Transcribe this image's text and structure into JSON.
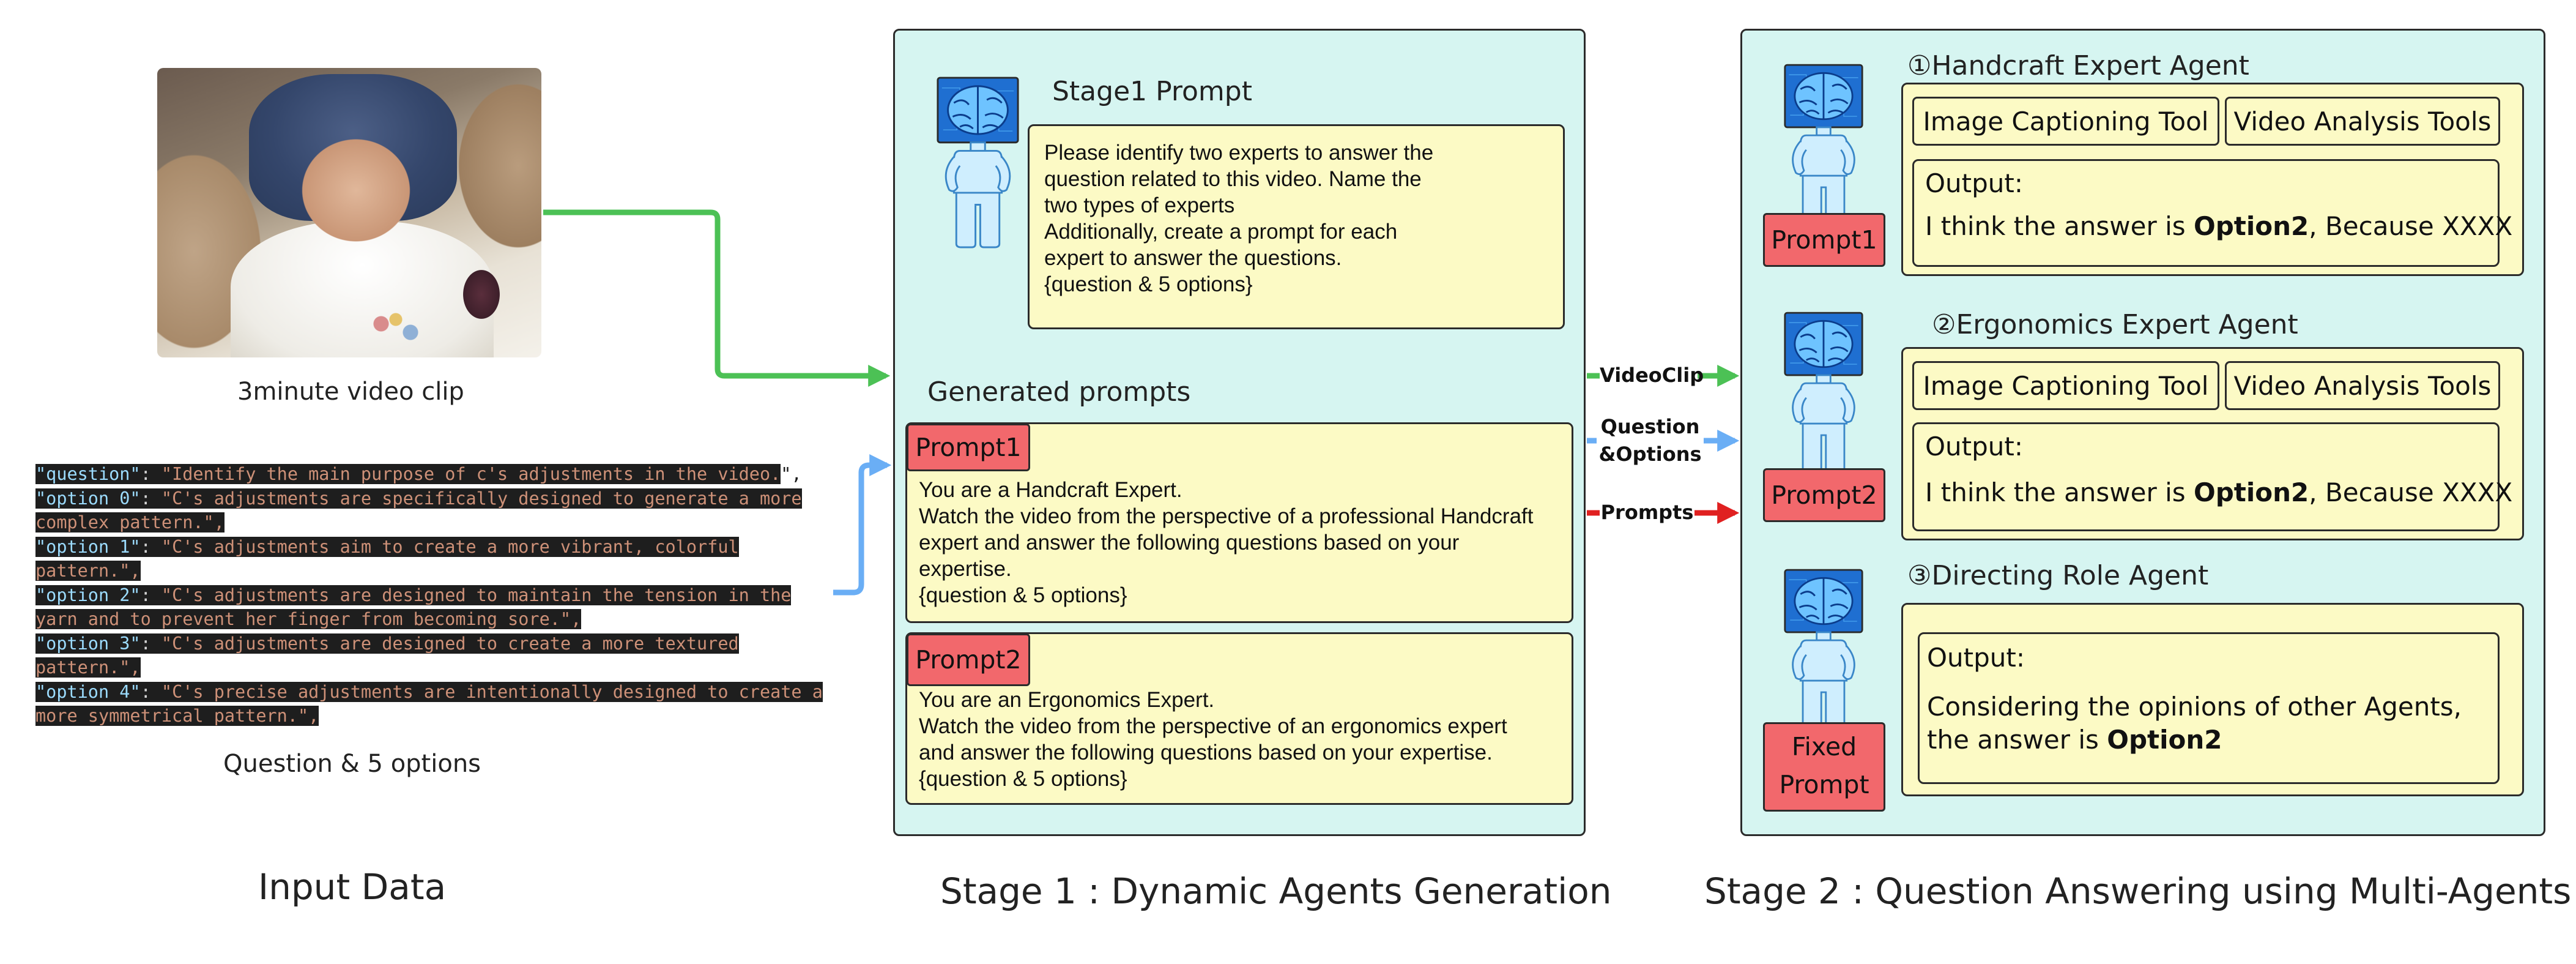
{
  "colors": {
    "panel_bg": "#d6f5f1",
    "box_bg": "#fcfac5",
    "prompt_tag": "#f2686c",
    "arrow_green": "#4cc155",
    "arrow_blue": "#6aaef5",
    "arrow_red": "#e02020",
    "brain_blue": "#1f6fd1",
    "body_blue": "#cfeefe"
  },
  "input": {
    "video_caption": "3minute video clip",
    "options_caption": "Question & 5 options",
    "section_title": "Input Data",
    "code_lines": [
      {
        "key": "\"question\"",
        "sep": ": ",
        "str": "\"Identify the main purpose of c's adjustments in the video.",
        "tail": "\","
      },
      {
        "key": "\"option 0\"",
        "sep": ": ",
        "str": "\"C's adjustments are specifically designed to generate a more",
        "tail": ""
      },
      {
        "key": "",
        "sep": "",
        "str": "complex pattern.\",",
        "tail": ""
      },
      {
        "key": "\"option 1\"",
        "sep": ": ",
        "str": "\"C's adjustments aim to create a more vibrant, colorful",
        "tail": ""
      },
      {
        "key": "",
        "sep": "",
        "str": "pattern.\",",
        "tail": ""
      },
      {
        "key": "\"option 2\"",
        "sep": ": ",
        "str": "\"C's adjustments are designed to maintain the tension in the",
        "tail": ""
      },
      {
        "key": "",
        "sep": "",
        "str": "yarn and to prevent her finger from becoming sore.\",",
        "tail": ""
      },
      {
        "key": "\"option 3\"",
        "sep": ": ",
        "str": "\"C's adjustments are designed to create a more textured",
        "tail": ""
      },
      {
        "key": "",
        "sep": "",
        "str": "pattern.\",",
        "tail": ""
      },
      {
        "key": "\"option 4\"",
        "sep": ": ",
        "str": "\"C's precise adjustments are intentionally designed to create a",
        "tail": ""
      },
      {
        "key": "",
        "sep": "",
        "str": "more symmetrical pattern.\",",
        "tail": ""
      }
    ]
  },
  "stage1": {
    "section_title": "Stage 1 : Dynamic Agents Generation",
    "prompt_title": "Stage1 Prompt",
    "stage1_prompt_text": "Please identify two experts to answer the\nquestion related to this video. Name the\ntwo types of experts\nAdditionally, create a prompt for each\nexpert to answer the questions.\n{question & 5 options}",
    "generated_title": "Generated prompts",
    "prompt1_tag": "Prompt1",
    "prompt1_text": "You are a Handcraft Expert.\nWatch the video from the perspective of a professional Handcraft\nexpert and answer the following questions based on your\nexpertise.\n{question & 5 options}",
    "prompt2_tag": "Prompt2",
    "prompt2_text": "You are an Ergonomics Expert.\nWatch the video from the perspective of an ergonomics expert\nand answer the following questions based on your expertise.\n{question & 5 options}"
  },
  "connectors": {
    "video_clip": "VideoClip",
    "question_options": "Question\n&Options",
    "prompts": "Prompts"
  },
  "stage2": {
    "section_title": "Stage 2 : Question Answering using Multi-Agents",
    "agent1_title": "①Handcraft Expert Agent",
    "agent1_tag": "Prompt1",
    "agent1_tool_a": "Image Captioning Tool",
    "agent1_tool_b": "Video Analysis Tools",
    "agent1_output_label": "Output:",
    "agent1_output_pre": "I think the answer is ",
    "agent1_output_bold": "Option2",
    "agent1_output_post": ", Because XXXX",
    "agent2_title": "②Ergonomics Expert Agent",
    "agent2_tag": "Prompt2",
    "agent2_tool_a": "Image Captioning Tool",
    "agent2_tool_b": "Video Analysis Tools",
    "agent2_output_label": "Output:",
    "agent2_output_pre": "I think the answer is ",
    "agent2_output_bold": "Option2",
    "agent2_output_post": ", Because XXXX",
    "agent3_title": "③Directing Role Agent",
    "agent3_tag": "Fixed\nPrompt",
    "agent3_output_label": "Output:",
    "agent3_output_line1": "Considering the opinions of other Agents,",
    "agent3_output_pre": "the answer is ",
    "agent3_output_bold": "Option2"
  }
}
